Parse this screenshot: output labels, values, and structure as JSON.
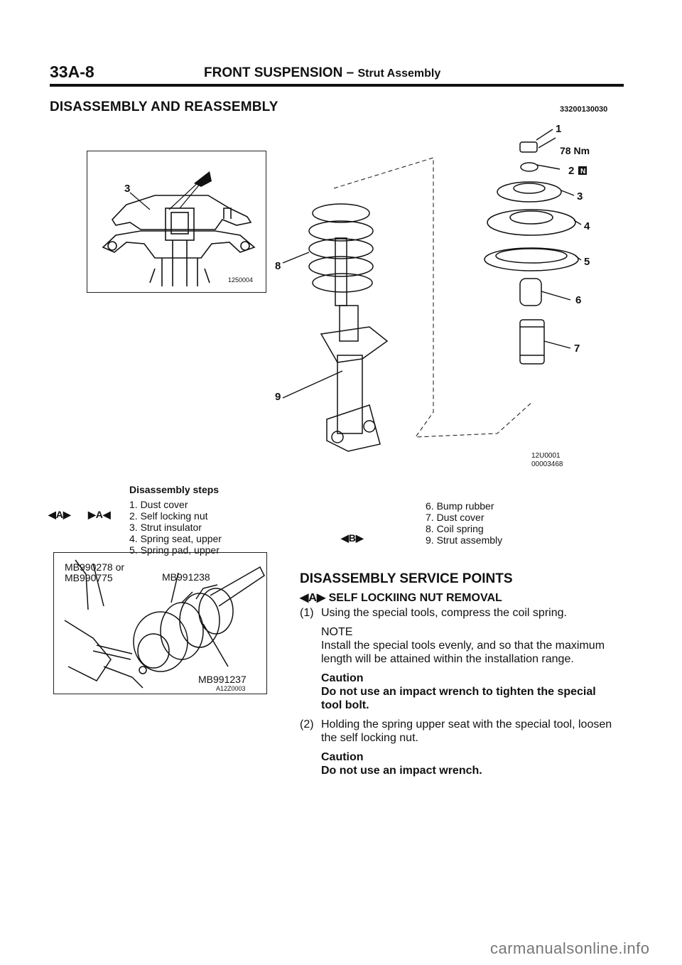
{
  "header": {
    "page_number": "33A-8",
    "title": "FRONT SUSPENSION",
    "dash": "–",
    "subtitle": "Strut Assembly"
  },
  "section": {
    "title": "DISASSEMBLY AND REASSEMBLY",
    "doc_code": "33200130030"
  },
  "figure_main": {
    "inset_callout": "3",
    "inset_code": "1250004",
    "callouts": [
      "1",
      "2",
      "3",
      "4",
      "5",
      "6",
      "7",
      "8",
      "9"
    ],
    "torque": "78 Nm",
    "ref_code_1": "12U0001",
    "ref_code_2": "00003468"
  },
  "steps": {
    "heading": "Disassembly steps",
    "marker_a_left": "◀A▶",
    "marker_a_right": "▶A◀",
    "marker_b": "◀B▶",
    "items_left": [
      "1. Dust cover",
      "2. Self locking nut",
      "3. Strut insulator",
      "4. Spring seat, upper",
      "5. Spring pad, upper"
    ],
    "items_right": [
      "6. Bump rubber",
      "7. Dust cover",
      "8. Coil spring",
      "9. Strut assembly"
    ]
  },
  "figure_tool": {
    "label_a_1": "MB990278 or",
    "label_a_2": "MB990775",
    "label_b": "MB991238",
    "label_c": "MB991237",
    "code": "A12Z0003"
  },
  "service": {
    "title": "DISASSEMBLY SERVICE POINTS",
    "marker": "◀A▶",
    "subtitle": "SELF LOCKIING NUT REMOVAL",
    "step1_num": "(1)",
    "step1_text": "Using the special tools, compress the coil spring.",
    "note_label": "NOTE",
    "note_line1": "Install the special tools evenly, and so that the maximum",
    "note_line2": "length will be attained within the installation range.",
    "caution1_label": "Caution",
    "caution1_line1": "Do not use an impact wrench to tighten the special",
    "caution1_line2": "tool bolt.",
    "step2_num": "(2)",
    "step2_line1": "Holding the spring upper seat with the special tool, loosen",
    "step2_line2": "the self locking nut.",
    "caution2_label": "Caution",
    "caution2_line1": "Do not use an impact wrench."
  },
  "watermark": "carmanualsonline.info"
}
